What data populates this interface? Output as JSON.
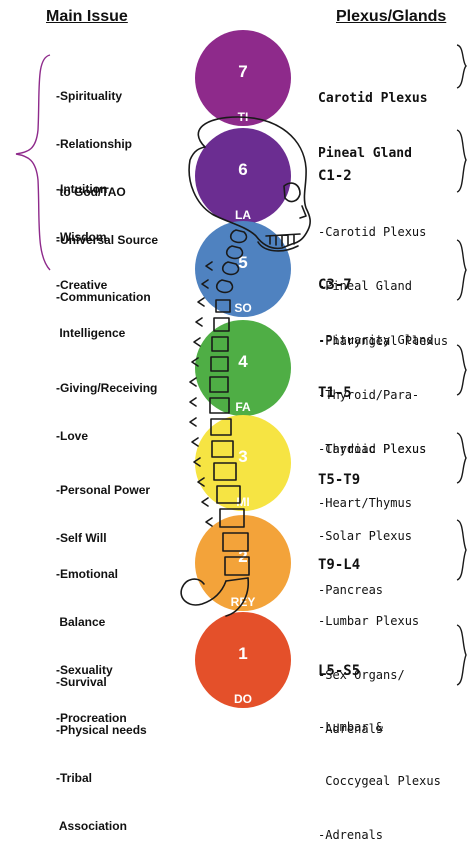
{
  "headers": {
    "main_issue": "Main Issue",
    "plexus_glands": "Plexus/Glands"
  },
  "chakras": [
    {
      "number": "7",
      "note": "TI",
      "color": "#8e2a8b",
      "issues": [
        "-Spirituality",
        "-Relationship",
        " to God/TAO",
        "-Universal Source"
      ],
      "plexus_title": "",
      "plexus": [
        "Carotid Plexus",
        "Pineal Gland"
      ]
    },
    {
      "number": "6",
      "note": "LA",
      "color": "#6b2d91",
      "issues": [
        "-Intuition",
        "-Wisdom",
        "-Creative",
        " Intelligence"
      ],
      "plexus_title": "C1-2",
      "plexus": [
        "-Carotid Plexus",
        "-Pineal Gland",
        "-Pituarity Gland"
      ]
    },
    {
      "number": "5",
      "note": "SO",
      "color": "#4f82c0",
      "issues": [
        "-Communication"
      ],
      "plexus_title": "C3-7",
      "plexus": [
        "-Pharyngeal Plexus",
        "-Thyroid/Para-",
        " Thyroid Plexus"
      ]
    },
    {
      "number": "4",
      "note": "FA",
      "color": "#4fae45",
      "issues": [
        "-Giving/Receiving",
        "-Love"
      ],
      "plexus_title": "T1-5",
      "plexus": [
        "-Cardiac Plexus",
        "-Heart/Thymus"
      ]
    },
    {
      "number": "3",
      "note": "MI",
      "color": "#f6e443",
      "issues": [
        "-Personal Power",
        "-Self Will"
      ],
      "plexus_title": "T5-T9",
      "plexus": [
        "-Solar Plexus",
        "-Pancreas"
      ]
    },
    {
      "number": "2",
      "note": "REY",
      "color": "#f3a33a",
      "issues": [
        "-Emotional",
        " Balance",
        "-Sexuality",
        "-Procreation"
      ],
      "plexus_title": "T9-L4",
      "plexus": [
        "-Lumbar Plexus",
        "-Sex Organs/",
        " Adrenals"
      ]
    },
    {
      "number": "1",
      "note": "DO",
      "color": "#e4502a",
      "issues": [
        "-Survival",
        "-Physical needs",
        "-Tribal",
        " Association"
      ],
      "plexus_title": "L5-S5",
      "plexus": [
        "-Lumbar &",
        " Coccygeal Plexus",
        "-Adrenals"
      ]
    }
  ]
}
